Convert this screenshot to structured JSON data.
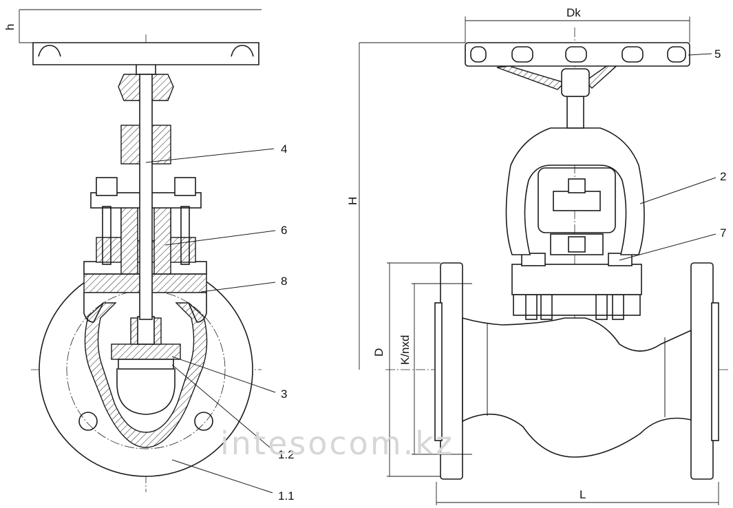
{
  "callouts": {
    "c4": "4",
    "c6": "6",
    "c8": "8",
    "c3": "3",
    "c1_2": "1.2",
    "c1_1": "1.1",
    "c5": "5",
    "c2": "2",
    "c7": "7"
  },
  "dimensions": {
    "h": "h",
    "H": "H",
    "Dk": "Dk",
    "D": "D",
    "Knxd": "K/nxd",
    "L": "L"
  },
  "watermark": "intesocom.kz",
  "colors": {
    "line": "#1a1a1a",
    "watermark": "#d6d6d6",
    "background": "#ffffff"
  }
}
